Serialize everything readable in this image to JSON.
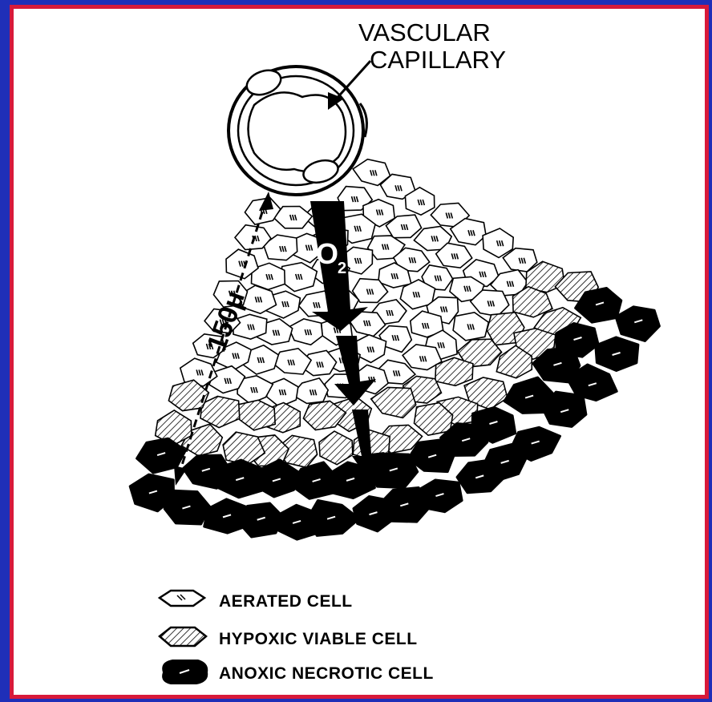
{
  "capillary_label": {
    "line1": "VASCULAR",
    "line2": "CAPILLARY"
  },
  "oxygen_label": {
    "symbol": "O",
    "subscript": "2"
  },
  "distance_label": "150μ",
  "legend": [
    {
      "icon": "aerated-cell-icon",
      "label": "AERATED CELL"
    },
    {
      "icon": "hypoxic-cell-icon",
      "label": "HYPOXIC VIABLE CELL"
    },
    {
      "icon": "necrotic-cell-icon",
      "label": "ANOXIC NECROTIC CELL"
    }
  ],
  "colors": {
    "background": "#1f2fb8",
    "border": "#d81a3a",
    "ink": "#000000",
    "paper": "#ffffff"
  }
}
